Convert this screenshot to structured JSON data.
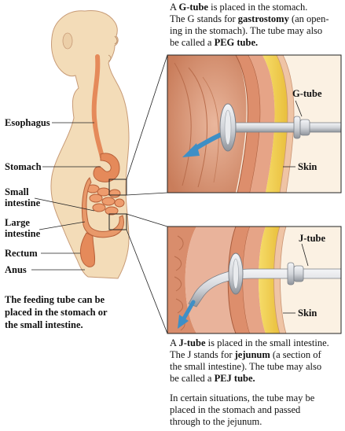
{
  "body_labels": {
    "esophagus": "Esophagus",
    "stomach": "Stomach",
    "small_intestine_1": "Small",
    "small_intestine_2": "intestine",
    "large_intestine_1": "Large",
    "large_intestine_2": "intestine",
    "rectum": "Rectum",
    "anus": "Anus"
  },
  "caption": {
    "line1": "The feeding tube can be",
    "line2": "placed in the stomach or",
    "line3": "the small intestine."
  },
  "gtube_text": {
    "l1_a": "A ",
    "l1_b": "G-tube",
    "l1_c": " is placed in the stomach.",
    "l2_a": "The G stands for ",
    "l2_b": "gastrostomy",
    "l2_c": " (an open-",
    "l3": "ing in the stomach). The tube may also",
    "l4_a": "be called a ",
    "l4_b": "PEG tube."
  },
  "jtube_text": {
    "l1_a": "A ",
    "l1_b": "J-tube",
    "l1_c": " is placed in the small intestine.",
    "l2_a": "The J stands for ",
    "l2_b": "jejunum",
    "l2_c": " (a section of",
    "l3": "the small intestine). The tube may also",
    "l4_a": "be called a ",
    "l4_b": "PEJ tube."
  },
  "footer_text": {
    "l1": "In certain situations, the tube may be",
    "l2": "placed in the stomach and passed",
    "l3": "through to the jejunum."
  },
  "panel_labels": {
    "gtube": "G-tube",
    "skin_top": "Skin",
    "jtube": "J-tube",
    "skin_bottom": "Skin"
  },
  "colors": {
    "body_fill": "#f3dcb8",
    "organ": "#e08a5c",
    "tissue_pink": "#e9b39b",
    "fat_yellow": "#f2d35a",
    "arrow_blue": "#3e8fc6",
    "tube_gray": "#c9ccd1"
  }
}
